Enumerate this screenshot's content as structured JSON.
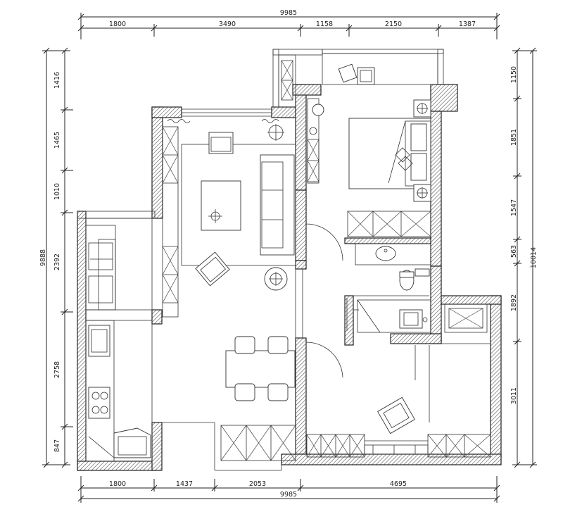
{
  "dimensions": {
    "top_total": "9985",
    "top_segments": [
      "1800",
      "3490",
      "1158",
      "2150",
      "1387"
    ],
    "bottom_total": "9985",
    "bottom_segments": [
      "1800",
      "1437",
      "2053",
      "4695"
    ],
    "left_total": "9888",
    "left_segments": [
      "1416",
      "1465",
      "1010",
      "2392",
      "2758",
      "847"
    ],
    "right_total": "10014",
    "right_segments": [
      "1150",
      "1851",
      "1547",
      "563",
      "1892",
      "3011"
    ]
  }
}
